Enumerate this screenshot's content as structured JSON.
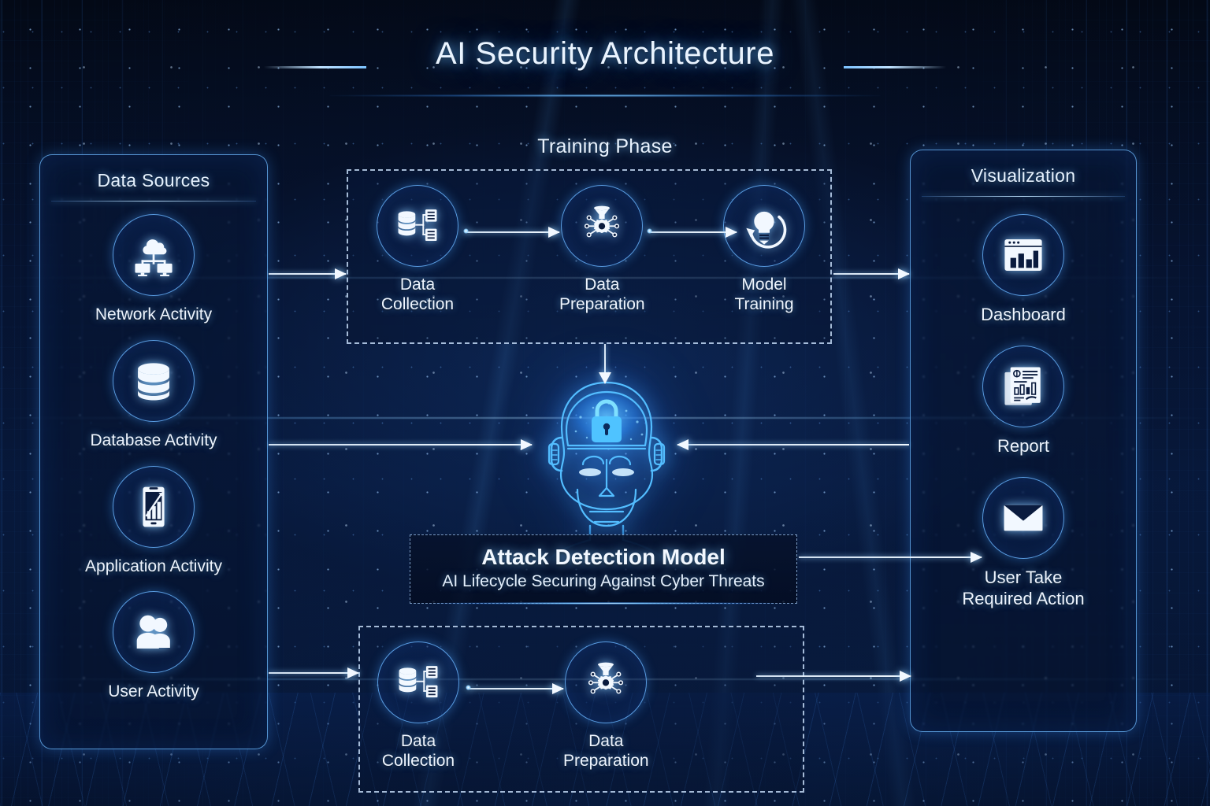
{
  "header": {
    "title": "AI Security Architecture"
  },
  "data_sources_panel": {
    "title": "Data Sources",
    "items": [
      {
        "label": "Network Activity",
        "icon": "cloud-network-icon"
      },
      {
        "label": "Database Activity",
        "icon": "database-icon"
      },
      {
        "label": "Application Activity",
        "icon": "mobile-chart-icon"
      },
      {
        "label": "User Activity",
        "icon": "users-group-icon"
      }
    ]
  },
  "training_phase": {
    "title": "Training Phase",
    "steps": [
      {
        "label": "Data\nCollection",
        "line1": "Data",
        "line2": "Collection",
        "icon": "database-nodes-icon"
      },
      {
        "label": "Data\nPreparation",
        "line1": "Data",
        "line2": "Preparation",
        "icon": "gear-network-icon"
      },
      {
        "label": "Model\nTraining",
        "line1": "Model",
        "line2": "Training",
        "icon": "lightbulb-refresh-icon"
      }
    ]
  },
  "inference_phase": {
    "title": "",
    "steps": [
      {
        "line1": "Data",
        "line2": "Collection",
        "icon": "database-nodes-icon"
      },
      {
        "line1": "Data",
        "line2": "Preparation",
        "icon": "gear-network-icon"
      }
    ]
  },
  "center_model": {
    "icon": "ai-head-lock-icon",
    "title": "Attack Detection Model",
    "subtitle": "AI Lifecycle Securing Against Cyber Threats"
  },
  "visualization_panel": {
    "title": "Visualization",
    "items": [
      {
        "label": "Dashboard",
        "line1": "Dashboard",
        "line2": "",
        "icon": "dashboard-window-chart-icon"
      },
      {
        "label": "Report",
        "line1": "Report",
        "line2": "",
        "icon": "report-document-icon"
      },
      {
        "label": "User Take Required Action",
        "line1": "User Take",
        "line2": "Required Action",
        "icon": "envelope-icon"
      }
    ]
  },
  "connections": [
    {
      "name": "sources-to-training",
      "direction": "right"
    },
    {
      "name": "sources-to-model",
      "direction": "right"
    },
    {
      "name": "sources-to-inference",
      "direction": "right"
    },
    {
      "name": "training-to-visualization",
      "direction": "right"
    },
    {
      "name": "training-to-model",
      "direction": "down"
    },
    {
      "name": "visualization-to-model",
      "direction": "left"
    },
    {
      "name": "model-to-user-action",
      "direction": "right"
    },
    {
      "name": "inference-to-visualization",
      "direction": "right"
    }
  ],
  "theme": {
    "background": "#040d22",
    "accent": "#6cb8ff",
    "panel_border": "#6cb8ff",
    "text": "#eaf4ff",
    "glow": "#7ecbff"
  }
}
